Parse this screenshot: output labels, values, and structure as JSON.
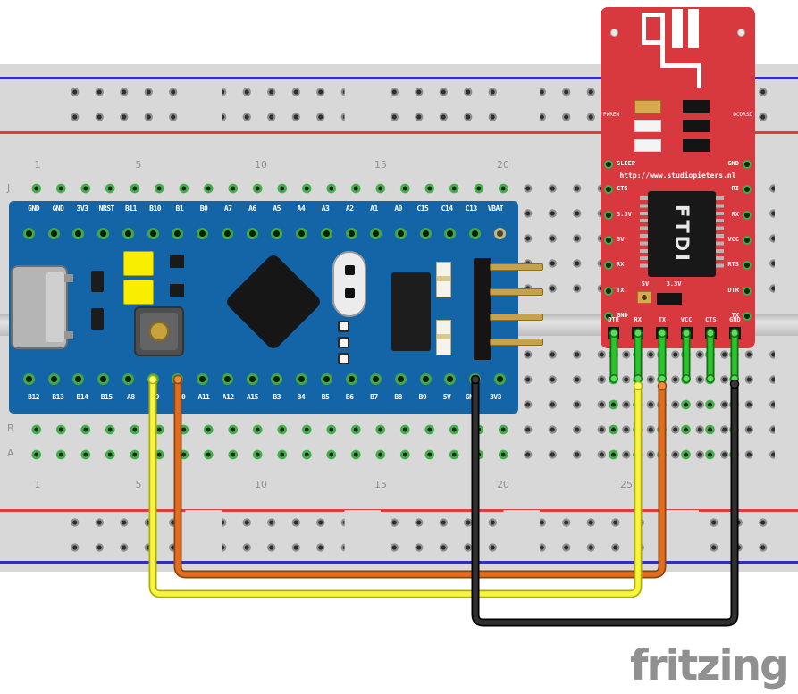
{
  "breadboard": {
    "top_column_numbers": [
      "1",
      "5",
      "10",
      "15",
      "20"
    ],
    "bottom_column_numbers": [
      "1",
      "5",
      "10",
      "15",
      "20",
      "25"
    ],
    "row_letter_top": "J",
    "row_letter_b": "B",
    "row_letter_a": "A"
  },
  "bluepill": {
    "top_pins": [
      "GND",
      "GND",
      "3V3",
      "NRST",
      "B11",
      "B10",
      "B1",
      "B0",
      "A7",
      "A6",
      "A5",
      "A4",
      "A3",
      "A2",
      "A1",
      "A0",
      "C15",
      "C14",
      "C13",
      "VBAT"
    ],
    "bottom_pins": [
      "B12",
      "B13",
      "B14",
      "B15",
      "A8",
      "A9",
      "A10",
      "A11",
      "A12",
      "A15",
      "B3",
      "B4",
      "B5",
      "B6",
      "B7",
      "B8",
      "B9",
      "5V",
      "GND",
      "3V3"
    ]
  },
  "ftdi": {
    "url": "http://www.studiopieters.nl",
    "chip_label": "FTDI",
    "top_left_label": "PWREN",
    "top_right_label": "DCDRSD",
    "left_labels": [
      "SLEEP",
      "CTS",
      "3.3V",
      "5V",
      "RX",
      "TX",
      "GND"
    ],
    "right_labels": [
      "GND",
      "RI",
      "RX",
      "VCC",
      "RTS",
      "DTR",
      "TX"
    ],
    "jumper_labels": [
      "5V",
      "3.3V"
    ],
    "bottom_labels": [
      "DTR",
      "RX",
      "TX",
      "VCC",
      "CTS",
      "GND"
    ]
  },
  "wires": {
    "yellow_color": "#f6f642",
    "orange_color": "#e06e1e",
    "black_color": "#303030",
    "green_color": "#2cc42c"
  },
  "colors": {
    "bluepill_pcb": "#1365a7",
    "ftdi_pcb": "#d8393f",
    "breadboard": "#d8d8d8",
    "rail_red": "#e23b3b",
    "rail_blue": "#2e2ec0"
  },
  "logo": "fritzing"
}
